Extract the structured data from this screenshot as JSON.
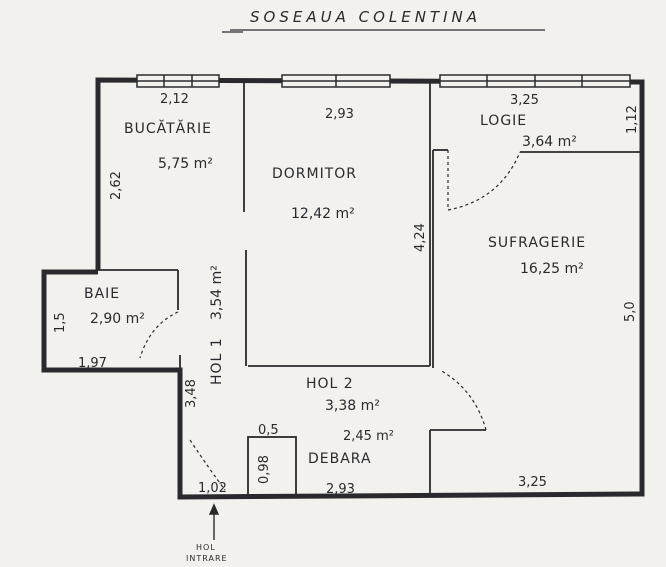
{
  "street": "SOSEAUA COLENTINA",
  "rooms": {
    "bucatarie": {
      "name": "BUCĂTĂRIE",
      "area": "5,75 m²"
    },
    "dormitor": {
      "name": "DORMITOR",
      "area": "12,42 m²"
    },
    "logie": {
      "name": "LOGIE",
      "area": "3,64 m²"
    },
    "sufragerie": {
      "name": "SUFRAGERIE",
      "area": "16,25 m²"
    },
    "baie": {
      "name": "BAIE",
      "area": "2,90 m²"
    },
    "hol1": {
      "name": "HOL 1",
      "area": "3,54 m²"
    },
    "hol2": {
      "name": "HOL 2",
      "area": "3,38 m²"
    },
    "debara": {
      "name": "DEBARA",
      "area": "2,45 m²"
    }
  },
  "dimensions": {
    "kitchen_width": "2,12",
    "bedroom_width": "2,93",
    "logia_width": "3,25",
    "logia_depth": "1,12",
    "kitchen_height": "2,62",
    "bedroom_height": "4,24",
    "bath_height": "1,5",
    "bath_width": "1,97",
    "hall_length": "3,48",
    "living_height": "5,0",
    "closet_width": "0,5",
    "closet_depth": "0,98",
    "entry_width": "1,02",
    "bottom_middle": "2,93",
    "bottom_right": "3,25"
  },
  "entrance": {
    "line1": "HOL",
    "line2": "INTRARE"
  },
  "colors": {
    "ink": "#2a2a2e",
    "paper": "#f2f1ee"
  }
}
